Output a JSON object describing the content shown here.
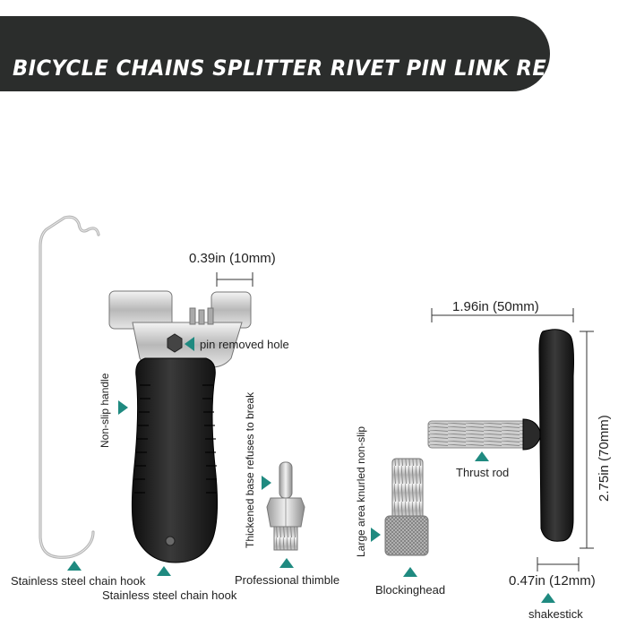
{
  "banner": {
    "title": "BICYCLE CHAINS SPLITTER RIVET PIN LINK REMOVER"
  },
  "dimensions": {
    "jaw_gap": "0.39in (10mm)",
    "handle_width": "1.96in (50mm)",
    "handle_height": "2.75in (70mm)",
    "knob_thickness": "0.47in (12mm)"
  },
  "labels": {
    "pin_removed_hole": "pin removed hole",
    "non_slip_handle": "Non-slip handle",
    "thickened_base": "Thickened base refuses to break",
    "knurled_non_slip": "Large area knurled non-slip",
    "thrust_rod": "Thrust rod",
    "chain_hook_left": "Stainless steel chain hook",
    "chain_hook_center": "Stainless steel chain hook",
    "professional_thimble": "Professional thimble",
    "blockinghead": "Blockinghead",
    "shakestick": "shakestick"
  },
  "colors": {
    "banner_bg": "#2b2d2c",
    "arrow_accent": "#1f8a80",
    "rubber_black": "#1e1e1e",
    "steel": "#c9c9c9"
  }
}
